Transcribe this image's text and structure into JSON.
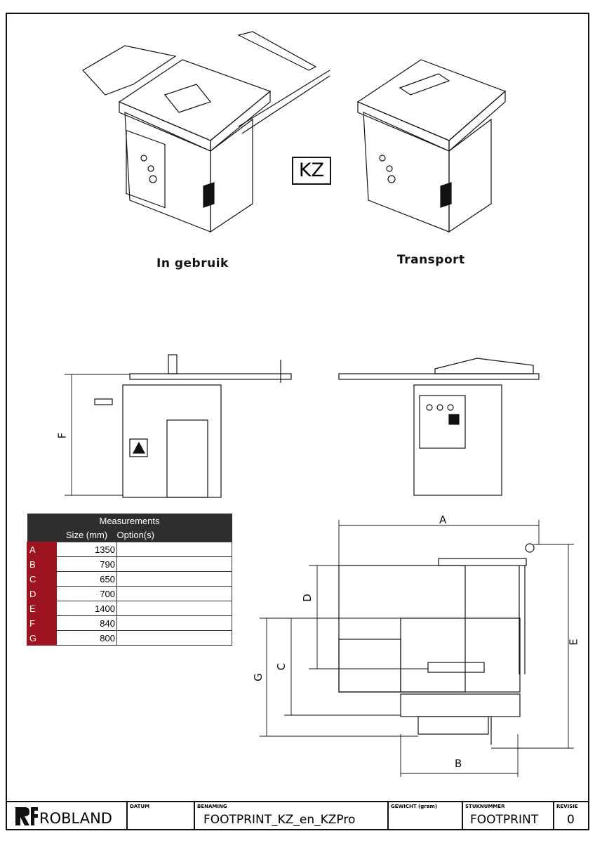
{
  "views": {
    "in_use_caption": "In gebruik",
    "transport_caption": "Transport",
    "model_badge": "KZ"
  },
  "dimensions": {
    "A": "A",
    "B": "B",
    "C": "C",
    "D": "D",
    "E": "E",
    "F": "F",
    "G": "G"
  },
  "measurements": {
    "title": "Measurements",
    "col_size": "Size (mm)",
    "col_options": "Option(s)",
    "rows": [
      {
        "key": "A",
        "size": "1350",
        "option": ""
      },
      {
        "key": "B",
        "size": "790",
        "option": ""
      },
      {
        "key": "C",
        "size": "650",
        "option": ""
      },
      {
        "key": "D",
        "size": "700",
        "option": ""
      },
      {
        "key": "E",
        "size": "1400",
        "option": ""
      },
      {
        "key": "F",
        "size": "840",
        "option": ""
      },
      {
        "key": "G",
        "size": "800",
        "option": ""
      }
    ],
    "key_color": "#9e1320",
    "header_color": "#2e2e2e"
  },
  "title_block": {
    "logo_text": "ROBLAND",
    "datum_label": "DATUM",
    "datum_value": "",
    "benaming_label": "BENAMING",
    "benaming_value": "FOOTPRINT_KZ_en_KZPro",
    "gewicht_label": "GEWICHT (gram)",
    "gewicht_value": "",
    "stuknummer_label": "STUKNUMMER",
    "stuknummer_value": "FOOTPRINT",
    "revisie_label": "REVISIE",
    "revisie_value": "0"
  }
}
